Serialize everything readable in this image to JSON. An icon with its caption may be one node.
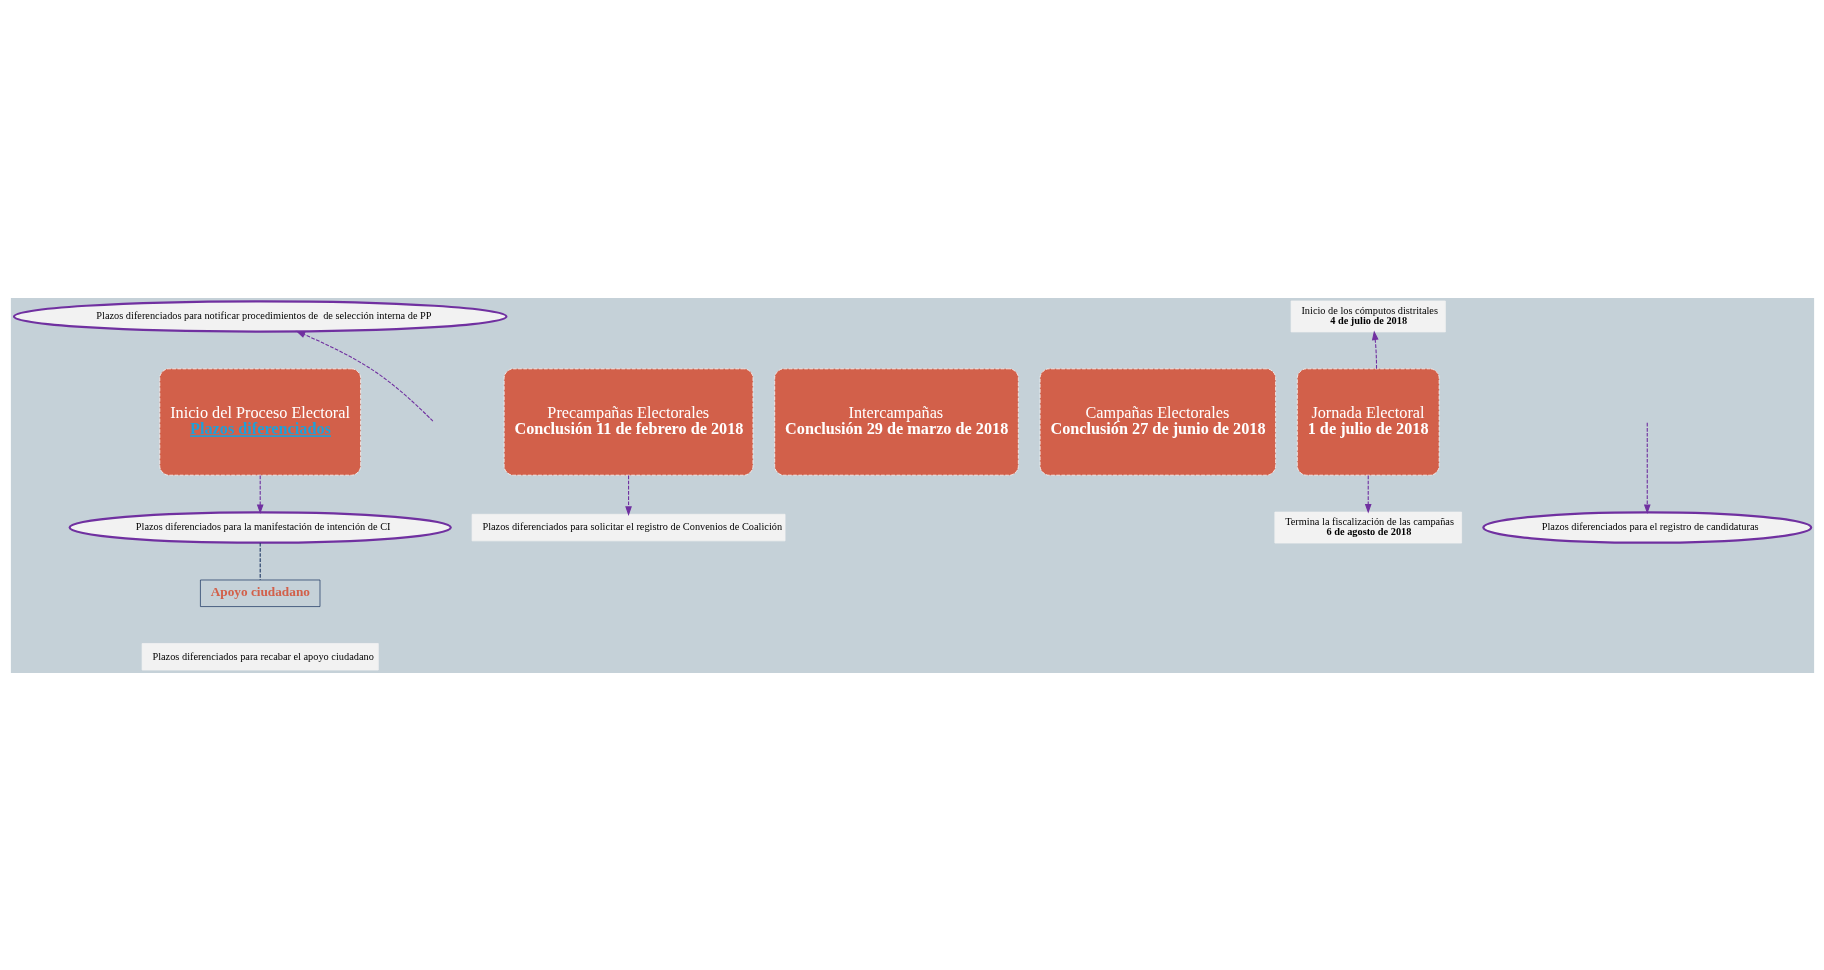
{
  "diagram": {
    "nodes": [
      {
        "text": [
          "Inicio del Proceso Electoral",
          "Plazos diferenciados"
        ]
      },
      {
        "text": [
          "Precampañas Electorales",
          "Conclusión 11 de febrero de 2018"
        ]
      },
      {
        "text": [
          "Intercampañas",
          "Conclusión 29 de marzo de 2018"
        ]
      },
      {
        "text": [
          "Campañas Electorales",
          "Conclusión 27 de junio de 2018"
        ]
      },
      {
        "text": [
          "Jornada Electoral",
          "1 de julio de 2018"
        ]
      },
      {
        "text": [
          "Plazos diferenciados para notificar procedimientos de  de selección interna de PP"
        ]
      },
      {
        "text": [
          "Plazos diferenciados para solicitar el registro de Convenios de Coalición"
        ]
      },
      {
        "text": [
          "Plazos diferenciados para la manifestación de intención de CI"
        ]
      },
      {
        "text": [
          "Plazos diferenciados para el registro de candidaturas"
        ]
      },
      {
        "text": [
          "Inicio de los cómputos distritales",
          "4 de julio de 2018"
        ]
      },
      {
        "text": [
          "Termina la fiscalización de las campañas",
          "6 de agosto de 2018"
        ]
      },
      {
        "text": [
          "Apoyo ciudadano"
        ]
      },
      {
        "text": [
          "Plazos diferenciados para recabar el apoyo ciudadano"
        ]
      }
    ],
    "edges": [
      {
        "from": null,
        "to": 5,
        "arrow": "to",
        "style": "dashed"
      },
      {
        "from": 0,
        "to": 7,
        "arrow": "to",
        "style": "dashed"
      },
      {
        "from": 1,
        "to": 6,
        "arrow": "to",
        "style": "dashed"
      },
      {
        "from": null,
        "to": 8,
        "arrow": "to",
        "style": "dashed"
      },
      {
        "from": 4,
        "to": 9,
        "arrow": "to",
        "style": "dashed"
      },
      {
        "from": 4,
        "to": 10,
        "arrow": "to",
        "style": "dashed"
      },
      {
        "from": 7,
        "to": 11,
        "arrow": "none",
        "style": "dashed",
        "color": "#1f3864"
      }
    ]
  }
}
